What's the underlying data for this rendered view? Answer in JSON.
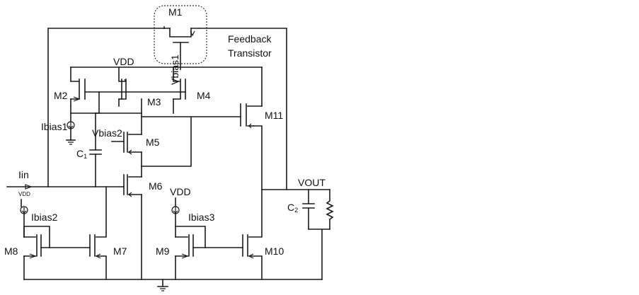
{
  "labels": {
    "m1": "M1",
    "feedback_line1": "Feedback",
    "feedback_line2": "Transistor",
    "vbias1": "Vbias1",
    "vdd_top": "VDD",
    "m2": "M2",
    "m3": "M3",
    "m4": "M4",
    "m11": "M11",
    "ibias1": "Ibias1",
    "vbias2": "Vbias2",
    "m5": "M5",
    "c1_main": "C",
    "c1_sub": "1",
    "iin": "Iin",
    "vdd_small": "VDD",
    "m6": "M6",
    "vdd_mid": "VDD",
    "vout": "VOUT",
    "ibias2": "Ibias2",
    "ibias3": "Ibias3",
    "c2_main": "C",
    "c2_sub": "2",
    "m8": "M8",
    "m7": "M7",
    "m9": "M9",
    "m10": "M10"
  }
}
